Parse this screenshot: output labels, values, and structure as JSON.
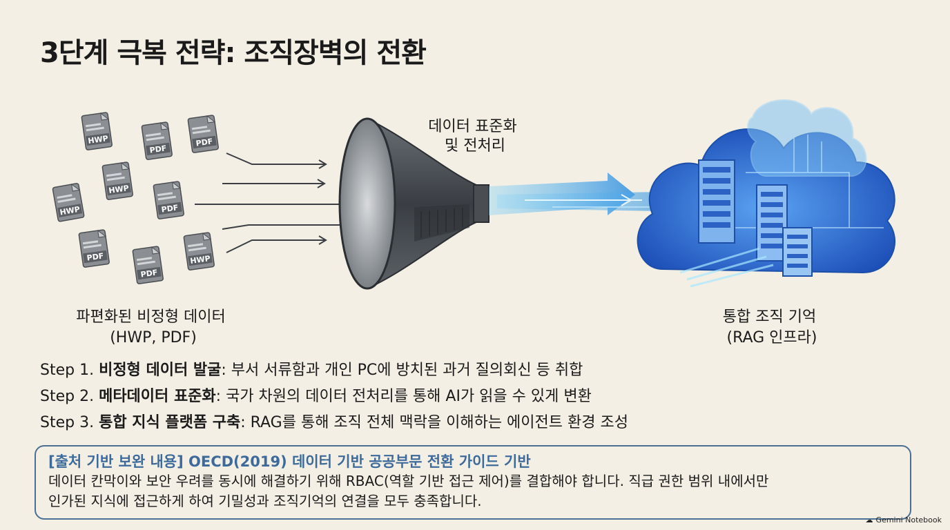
{
  "title": "3단계 극복 전략: 조직장벽의 전환",
  "diagram": {
    "documents": [
      "HWP",
      "PDF",
      "PDF",
      "HWP",
      "HWP",
      "PDF",
      "PDF",
      "PDF",
      "HWP"
    ],
    "left_label": [
      "파편화된 비정형 데이터",
      "(HWP, PDF)"
    ],
    "funnel_label": [
      "데이터 표준화",
      "및 전처리"
    ],
    "right_label": [
      "통합 조직 기억",
      "(RAG 인프라)"
    ],
    "colors": {
      "funnel": "#3f4348",
      "flow": "#4fb3e8",
      "cloud": "#2f6fd6"
    }
  },
  "steps": [
    {
      "prefix": "Step 1.",
      "bold": "비정형 데이터 발굴",
      "text": ": 부서 서류함과 개인 PC에 방치된 과거 질의회신 등 취합"
    },
    {
      "prefix": "Step 2.",
      "bold": "메타데이터 표준화",
      "text": ": 국가 차원의 데이터 전처리를 통해 AI가 읽을 수 있게 변환"
    },
    {
      "prefix": "Step 3.",
      "bold": "통합 지식 플랫폼 구축",
      "text": ": RAG를 통해 조직 전체 맥락을 이해하는 에이전트 환경 조성"
    }
  ],
  "source": {
    "title": "[출처 기반 보완 내용] OECD(2019) 데이터 기반 공공부문 전환 가이드 기반",
    "line1": "데이터 칸막이와 보안 우려를 동시에 해결하기 위해 RBAC(역할 기반 접근 제어)를 결합해야 합니다. 직급 권한 범위 내에서만",
    "line2": "인가된 지식에 접근하게 하여 기밀성과 조직기억의 연결을 모두 충족합니다."
  },
  "watermark": "Gemini Notebook"
}
